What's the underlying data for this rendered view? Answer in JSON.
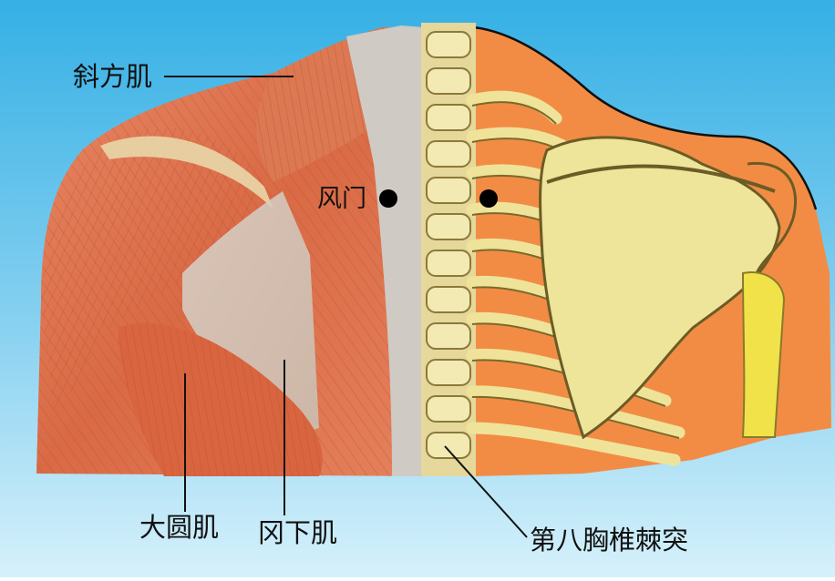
{
  "colors": {
    "background_top": "#3bb3e6",
    "background_bottom": "#d3effa",
    "muscle": "#e07a55",
    "skin_orange": "#f28c45",
    "bone": "#efe39a",
    "ink": "#111111"
  },
  "labels": {
    "trapezius": "斜方肌",
    "fengmen": "风门",
    "teres_major": "大圆肌",
    "infraspinatus": "冈下肌",
    "t8_spinous_process": "第八胸椎棘突"
  },
  "markers": [
    {
      "name": "fengmen-point-left"
    },
    {
      "name": "fengmen-point-right"
    }
  ]
}
